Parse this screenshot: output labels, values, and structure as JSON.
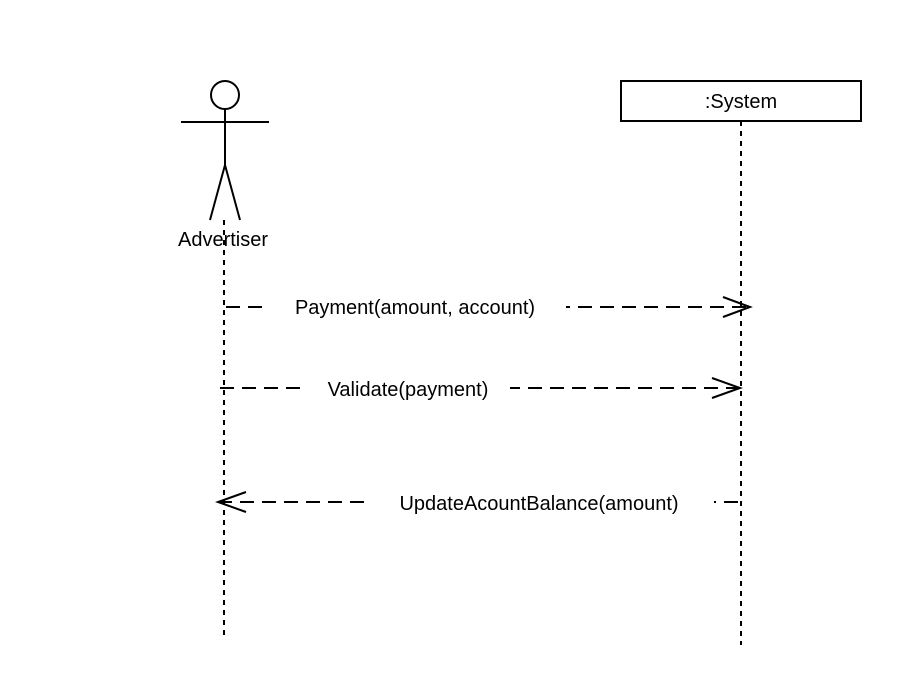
{
  "diagram": {
    "type": "uml-sequence",
    "actor": {
      "name": "Advertiser"
    },
    "system": {
      "name": ":System"
    },
    "messages": [
      {
        "label": "Payment(amount, account)",
        "from": "Advertiser",
        "to": ":System",
        "style": "dashed",
        "arrow": "open"
      },
      {
        "label": "Validate(payment)",
        "from": "Advertiser",
        "to": ":System",
        "style": "dashed",
        "arrow": "open"
      },
      {
        "label": "UpdateAcountBalance(amount)",
        "from": ":System",
        "to": "Advertiser",
        "style": "dashed",
        "arrow": "open"
      }
    ]
  }
}
